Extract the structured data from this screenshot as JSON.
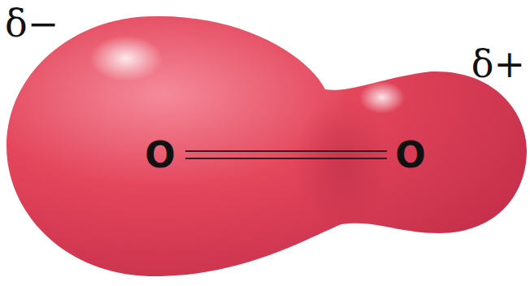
{
  "diagram": {
    "labels": [
      "δ−",
      "δ+",
      "O",
      "O"
    ]
  }
}
